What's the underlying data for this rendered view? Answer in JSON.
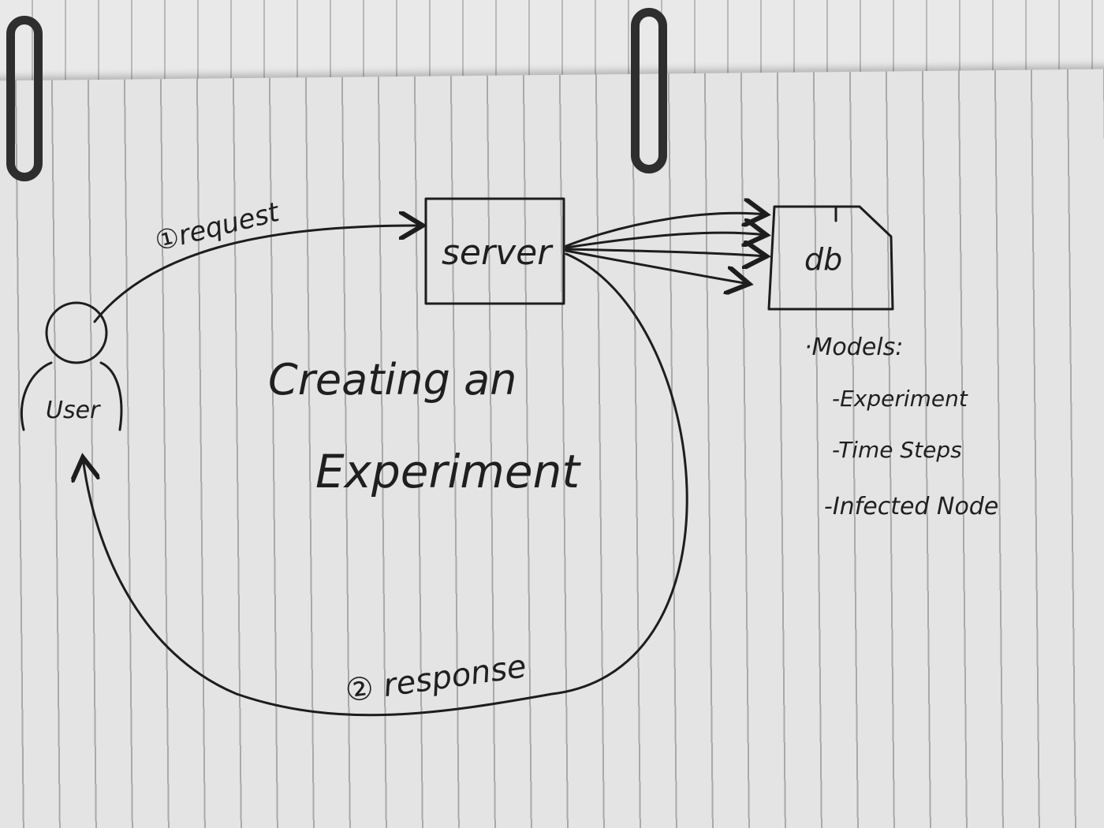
{
  "diagram": {
    "title_line1": "Creating an",
    "title_line2": "Experiment",
    "nodes": {
      "user": "User",
      "server": "server",
      "db": "db"
    },
    "edges": {
      "request": "①request",
      "response": "② response"
    },
    "notes": {
      "heading": "·Models:",
      "items": [
        "-Experiment",
        "-Time Steps",
        "-Infected Node"
      ]
    }
  }
}
